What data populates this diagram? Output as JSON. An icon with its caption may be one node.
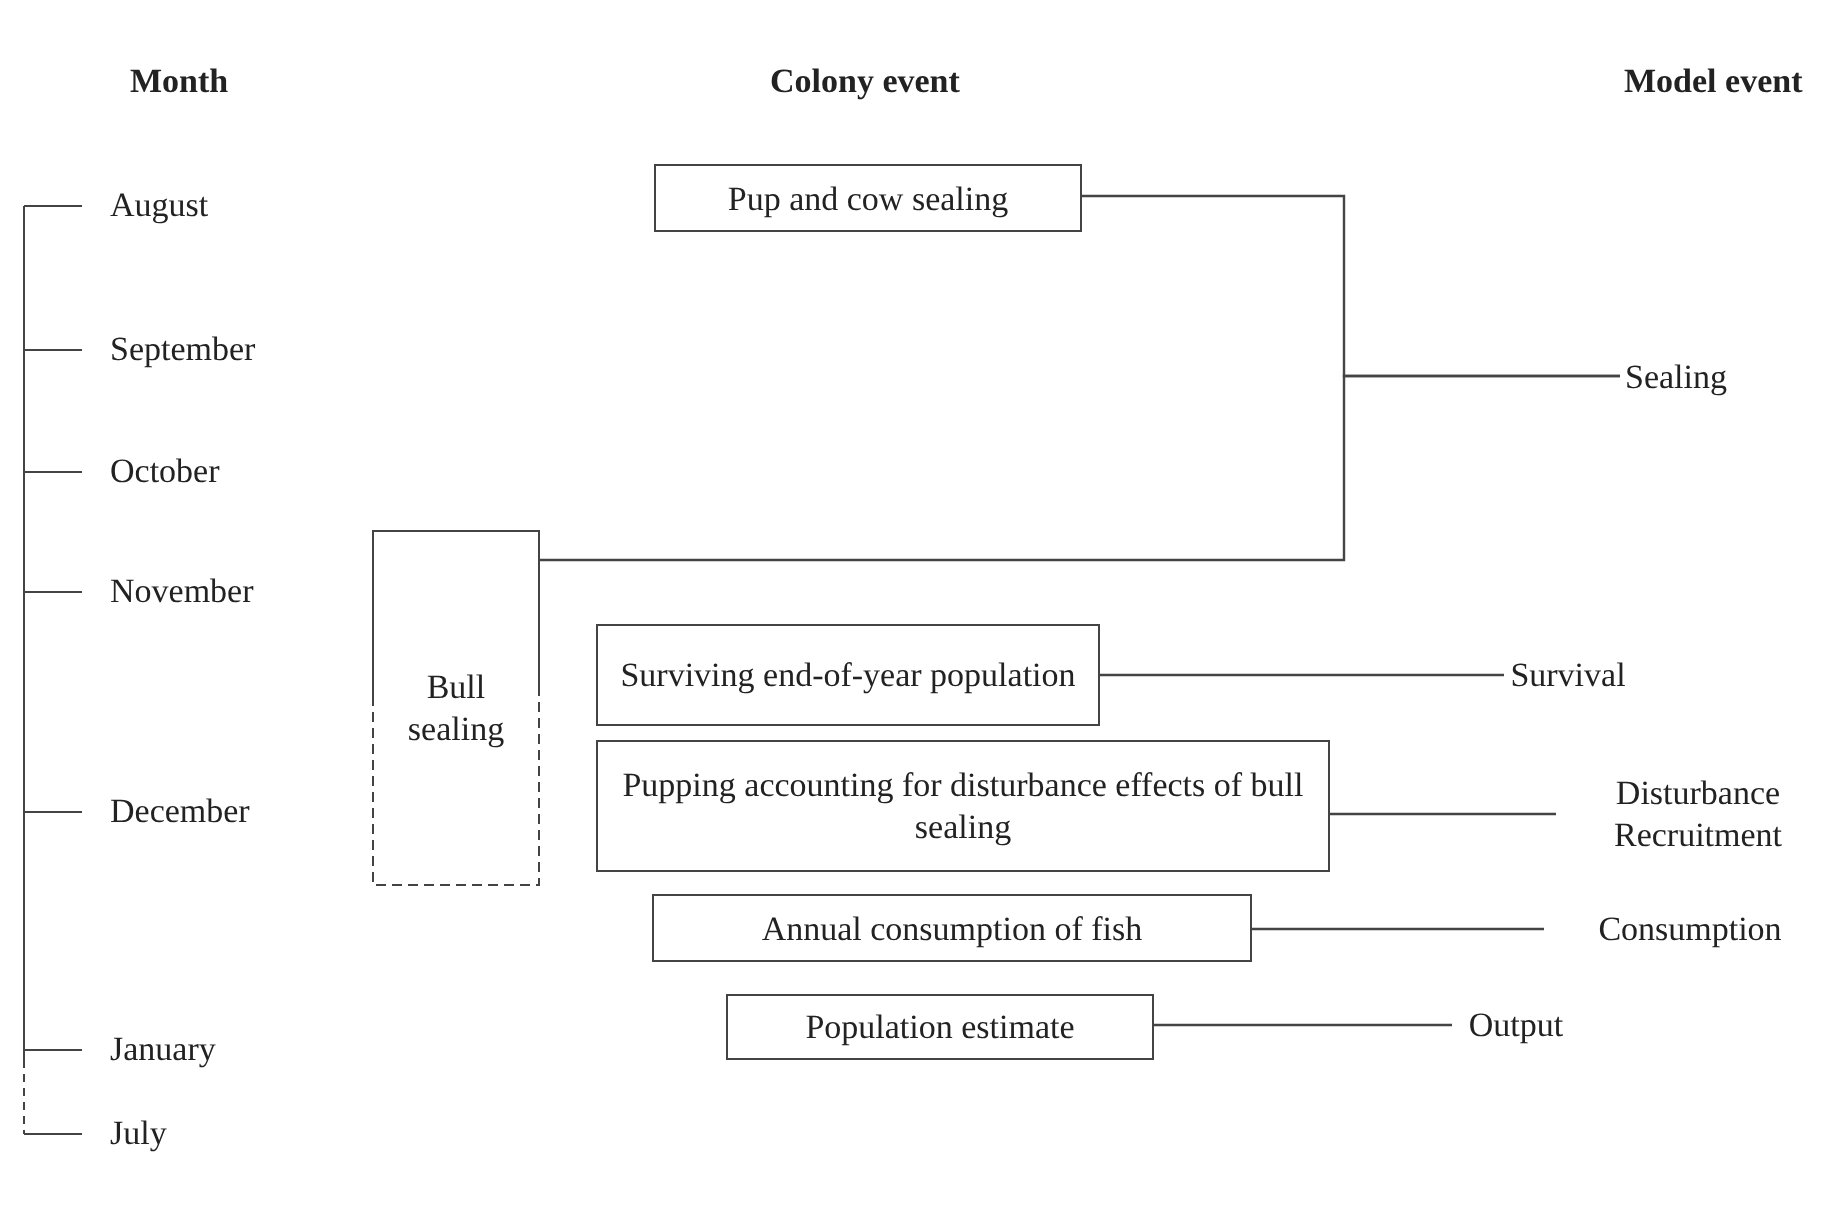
{
  "diagram": {
    "nodes": [
      {
        "text": [
          "Pup and cow sealing"
        ]
      },
      {
        "text": [
          "Bull sealing"
        ]
      },
      {
        "text": [
          "Surviving end-of-year population"
        ]
      },
      {
        "text": [
          "Pupping accounting for disturbance effects of bull sealing"
        ]
      },
      {
        "text": [
          "Annual consumption of fish"
        ]
      },
      {
        "text": [
          "Population estimate"
        ]
      },
      {
        "text": [
          "Sealing"
        ]
      },
      {
        "text": [
          "Survival"
        ]
      },
      {
        "text": [
          "Disturbance",
          "Recruitment"
        ]
      },
      {
        "text": [
          "Consumption"
        ]
      },
      {
        "text": [
          "Output"
        ]
      }
    ],
    "edges": [
      {
        "from": 0,
        "to": 6,
        "arrow": "none"
      },
      {
        "from": 1,
        "to": 6,
        "arrow": "none"
      },
      {
        "from": 2,
        "to": 7,
        "arrow": "none"
      },
      {
        "from": 3,
        "to": 8,
        "arrow": "none"
      },
      {
        "from": 4,
        "to": 9,
        "arrow": "none"
      },
      {
        "from": 5,
        "to": 10,
        "arrow": "none"
      }
    ],
    "labels": [
      "Month",
      "Colony event",
      "Model event",
      "August",
      "September",
      "October",
      "November",
      "December",
      "January",
      "July"
    ]
  }
}
